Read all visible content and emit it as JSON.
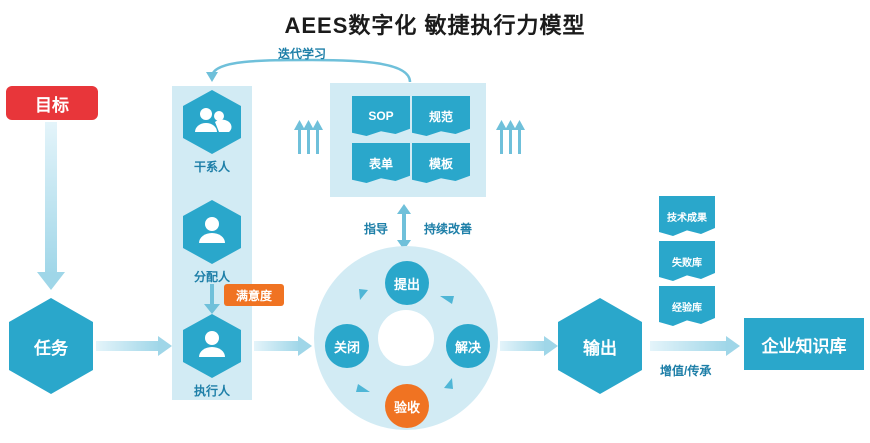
{
  "title": "AEES数字化 敏捷执行力模型",
  "goal": "目标",
  "task": "任务",
  "iterate_label": "迭代学习",
  "roles": {
    "stakeholder": "干系人",
    "assigner": "分配人",
    "executor": "执行人"
  },
  "satisfaction": "满意度",
  "docs": {
    "sop": "SOP",
    "spec": "规范",
    "form": "表单",
    "template": "模板"
  },
  "guide_label": "指导",
  "improve_label": "持续改善",
  "cycle": {
    "propose": "提出",
    "solve": "解决",
    "verify": "验收",
    "close": "关闭"
  },
  "output": "输出",
  "knowledge_docs": {
    "achievements": "技术成果",
    "failures": "失败库",
    "experience": "经验库"
  },
  "value_label": "增值/传承",
  "knowledge_base": "企业知识库",
  "colors": {
    "primary": "#2aa7cb",
    "panel": "#d2ebf4",
    "goal": "#e8363a",
    "accent": "#f07322",
    "arrow": "#8fcfe3"
  }
}
